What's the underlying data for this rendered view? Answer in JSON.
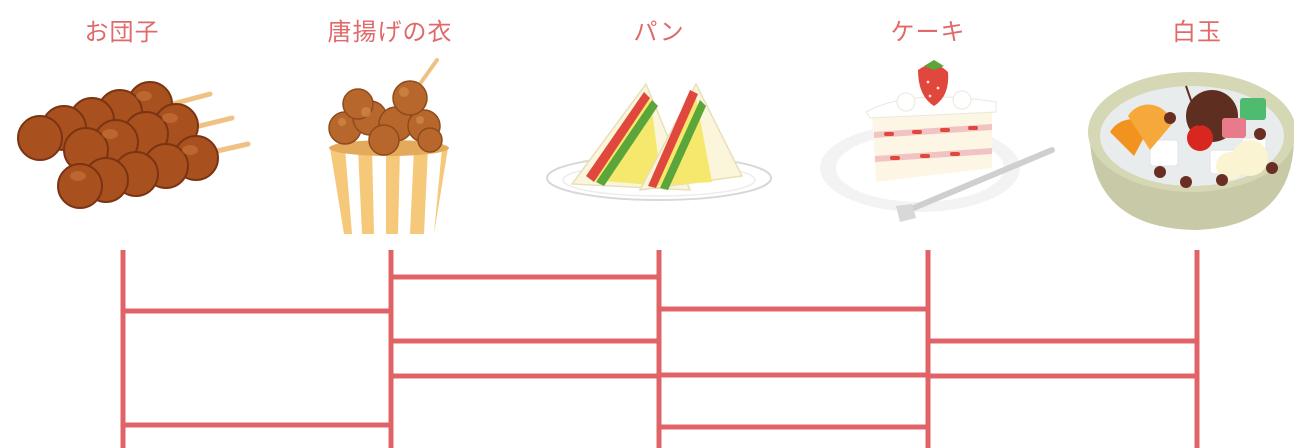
{
  "items": [
    {
      "label": "お団子",
      "icon": "dango-icon"
    },
    {
      "label": "唐揚げの衣",
      "icon": "karaage-icon"
    },
    {
      "label": "パン",
      "icon": "sandwich-icon"
    },
    {
      "label": "ケーキ",
      "icon": "shortcake-icon"
    },
    {
      "label": "白玉",
      "icon": "shiratama-icon"
    }
  ],
  "ladder": {
    "color": "#e06467",
    "rungs": [
      {
        "between": [
          0,
          1
        ],
        "level": 1
      },
      {
        "between": [
          0,
          1
        ],
        "level": 4
      },
      {
        "between": [
          1,
          2
        ],
        "level": 0
      },
      {
        "between": [
          1,
          2
        ],
        "level": 2
      },
      {
        "between": [
          1,
          2
        ],
        "level": 3
      },
      {
        "between": [
          2,
          3
        ],
        "level": 1
      },
      {
        "between": [
          2,
          3
        ],
        "level": 3
      },
      {
        "between": [
          2,
          3
        ],
        "level": 4
      },
      {
        "between": [
          3,
          4
        ],
        "level": 2
      },
      {
        "between": [
          3,
          4
        ],
        "level": 3
      }
    ]
  }
}
